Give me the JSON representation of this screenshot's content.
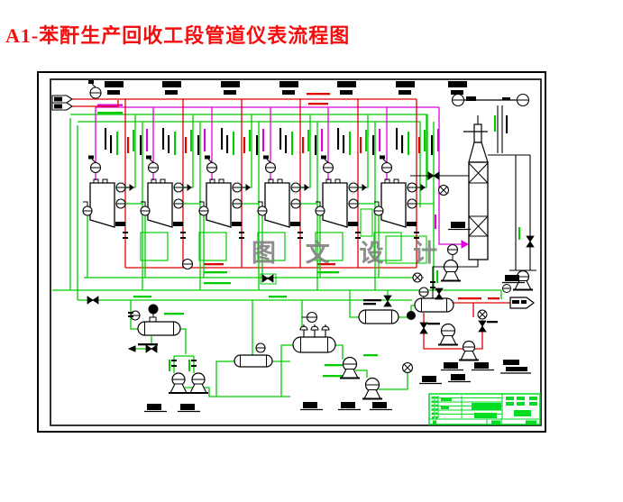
{
  "page": {
    "background": "#ffffff"
  },
  "title": {
    "text": "A1-苯酐生产回收工段管道仪表流程图",
    "color": "#f50d0d"
  },
  "watermark": {
    "text": "图 文 设 计",
    "color": "#848484"
  },
  "diagram": {
    "type": "piping-and-instrumentation-diagram",
    "condenser_unit_count": 6,
    "colors": {
      "pipe_red": "#e00000",
      "pipe_green": "#00cc00",
      "pipe_magenta": "#dd00dd",
      "line_black": "#000000",
      "titleblock_green": "#00dd22",
      "frame_black": "#000000"
    }
  }
}
